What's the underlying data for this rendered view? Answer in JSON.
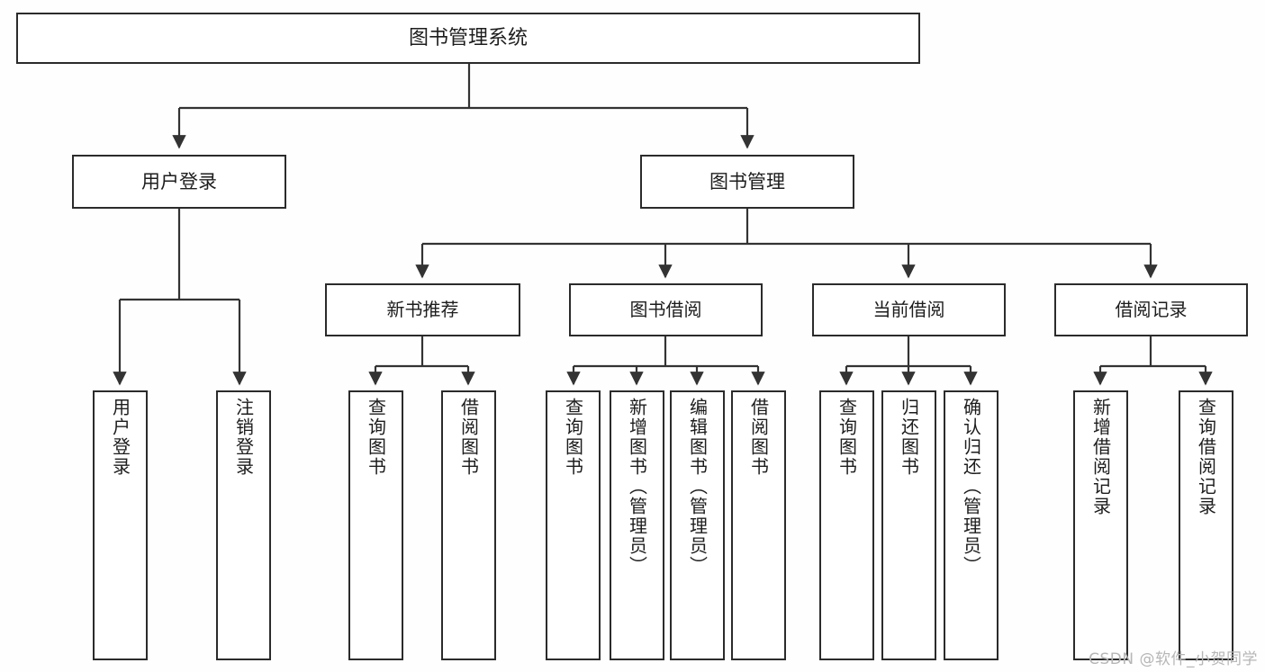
{
  "diagram": {
    "title": "图书管理系统",
    "type": "tree",
    "root": {
      "id": "root",
      "label": "图书管理系统",
      "level": 0
    },
    "level1": [
      {
        "id": "user-login",
        "label": "用户登录"
      },
      {
        "id": "book-manage",
        "label": "图书管理"
      }
    ],
    "level2": [
      {
        "id": "new-book-recommend",
        "label": "新书推荐",
        "parent": "book-manage"
      },
      {
        "id": "book-borrow",
        "label": "图书借阅",
        "parent": "book-manage"
      },
      {
        "id": "current-borrow",
        "label": "当前借阅",
        "parent": "book-manage"
      },
      {
        "id": "borrow-record",
        "label": "借阅记录",
        "parent": "book-manage"
      }
    ],
    "leaves": [
      {
        "id": "leaf-user-login",
        "label": "用户登录",
        "parent": "user-login"
      },
      {
        "id": "leaf-logout",
        "label": "注销登录",
        "parent": "user-login"
      },
      {
        "id": "leaf-query-book-1",
        "label": "查询图书",
        "parent": "new-book-recommend"
      },
      {
        "id": "leaf-borrow-book-1",
        "label": "借阅图书",
        "parent": "new-book-recommend"
      },
      {
        "id": "leaf-query-book-2",
        "label": "查询图书",
        "parent": "book-borrow"
      },
      {
        "id": "leaf-add-book",
        "label": "新增图书（管理员）",
        "parent": "book-borrow"
      },
      {
        "id": "leaf-edit-book",
        "label": "编辑图书（管理员）",
        "parent": "book-borrow"
      },
      {
        "id": "leaf-borrow-book-2",
        "label": "借阅图书",
        "parent": "book-borrow"
      },
      {
        "id": "leaf-query-book-3",
        "label": "查询图书",
        "parent": "current-borrow"
      },
      {
        "id": "leaf-return-book",
        "label": "归还图书",
        "parent": "current-borrow"
      },
      {
        "id": "leaf-confirm-return",
        "label": "确认归还（管理员）",
        "parent": "current-borrow"
      },
      {
        "id": "leaf-add-record",
        "label": "新增借阅记录",
        "parent": "borrow-record"
      },
      {
        "id": "leaf-query-record",
        "label": "查询借阅记录",
        "parent": "borrow-record"
      }
    ]
  },
  "watermark": {
    "text": "CSDN @软件_小贺同学"
  },
  "colors": {
    "box_border": "#2b2b2b",
    "box_fill": "#ffffff",
    "connector": "#333333",
    "text": "#1d1d1d",
    "watermark": "#b6b6b6",
    "background": "#fefefe"
  }
}
